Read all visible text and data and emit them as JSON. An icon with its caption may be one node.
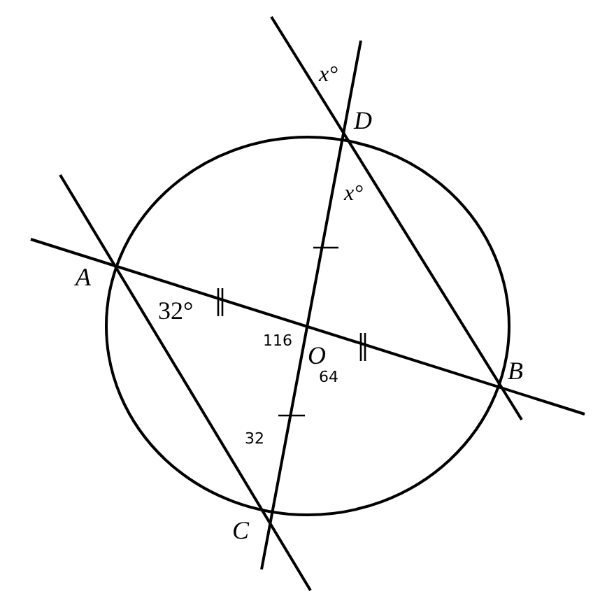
{
  "diagram": {
    "labels": [
      "x°",
      "D",
      "x°",
      "A",
      "32°",
      "116",
      "O",
      "64",
      "B",
      "32",
      "C"
    ]
  }
}
